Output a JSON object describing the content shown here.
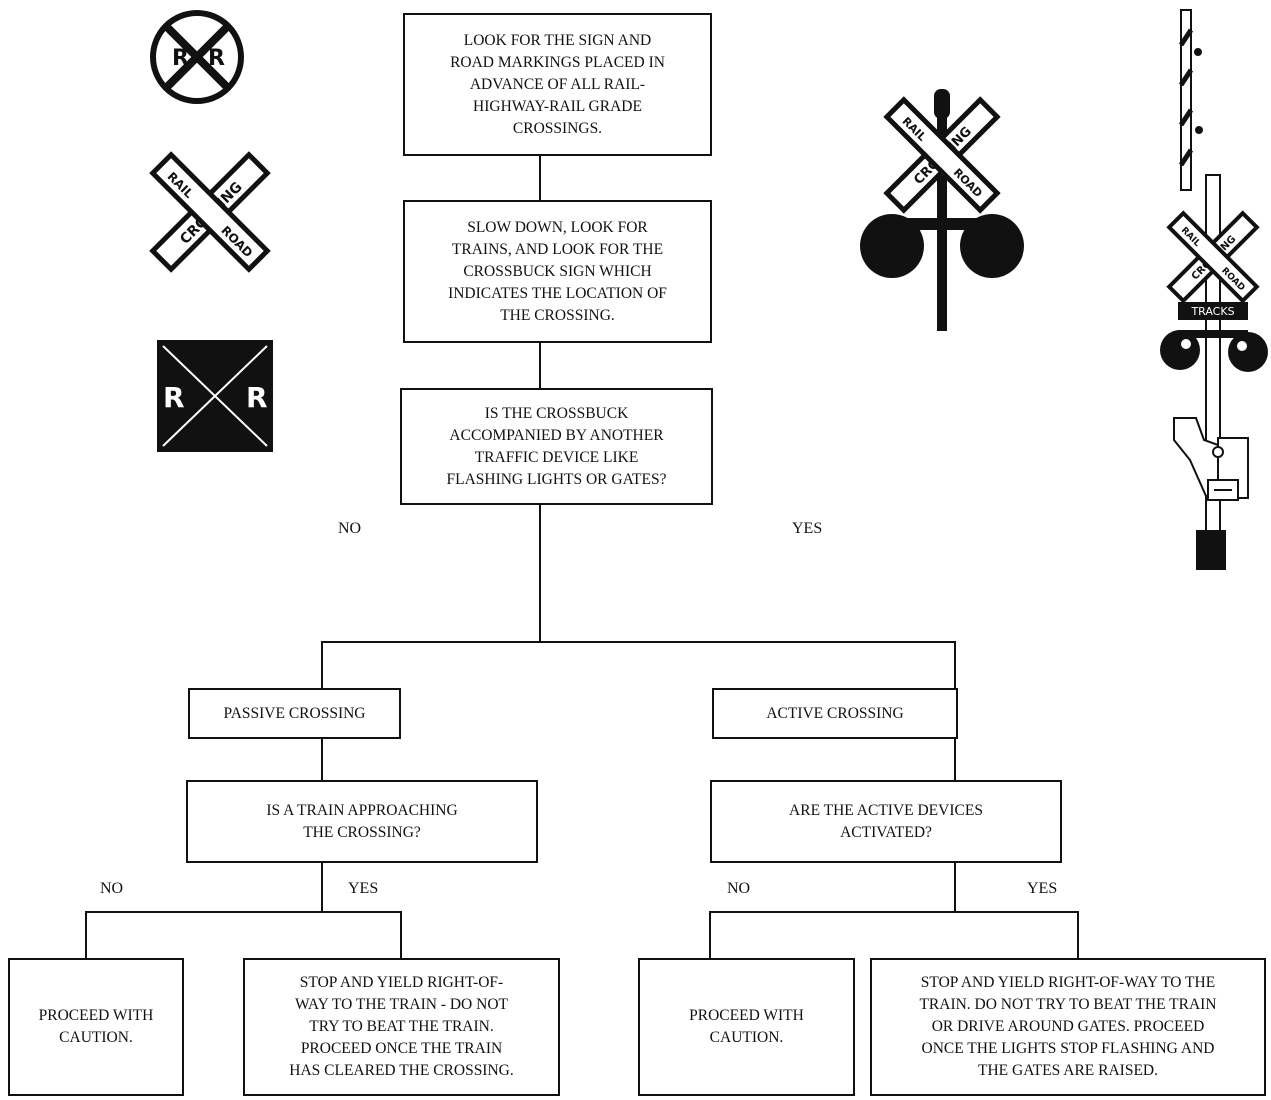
{
  "flowchart": {
    "step1": "LOOK FOR THE SIGN AND\nROAD MARKINGS PLACED IN\nADVANCE OF ALL RAIL-\nHIGHWAY-RAIL GRADE\nCROSSINGS.",
    "step2": "SLOW DOWN, LOOK FOR\nTRAINS, AND LOOK FOR THE\nCROSSBUCK SIGN WHICH\nINDICATES THE LOCATION OF\nTHE CROSSING.",
    "question1": "IS THE CROSSBUCK\nACCOMPANIED BY ANOTHER\nTRAFFIC DEVICE LIKE\nFLASHING LIGHTS OR GATES?",
    "no_label": "NO",
    "yes_label": "YES",
    "passive": {
      "title": "PASSIVE CROSSING",
      "question": "IS A TRAIN APPROACHING\nTHE CROSSING?",
      "no_label": "NO",
      "yes_label": "YES",
      "no_result": "PROCEED WITH\nCAUTION.",
      "yes_result": "STOP AND YIELD RIGHT-OF-\nWAY TO THE TRAIN - DO NOT\nTRY TO BEAT THE TRAIN.\nPROCEED ONCE THE TRAIN\nHAS CLEARED THE CROSSING."
    },
    "active": {
      "title": "ACTIVE  CROSSING",
      "question": "ARE THE ACTIVE  DEVICES\nACTIVATED?",
      "no_label": "NO",
      "yes_label": "YES",
      "no_result": "PROCEED WITH\nCAUTION.",
      "yes_result": "STOP AND YIELD RIGHT-OF-WAY TO THE\nTRAIN. DO NOT TRY TO BEAT THE TRAIN\nOR DRIVE AROUND GATES. PROCEED\nONCE THE LIGHTS STOP FLASHING AND\nTHE GATES ARE RAISED."
    }
  },
  "signs": {
    "advance_sign_letter_left": "R",
    "advance_sign_letter_right": "R",
    "crossbuck_word_1": "RAIL",
    "crossbuck_word_2": "ROAD",
    "crossbuck_word_3": "CROSSING",
    "pavement_marking_letter_left": "R",
    "pavement_marking_letter_right": "R",
    "gate_tracks_text": "TRACKS",
    "colors": {
      "ink": "#111111",
      "paper": "#ffffff"
    }
  }
}
